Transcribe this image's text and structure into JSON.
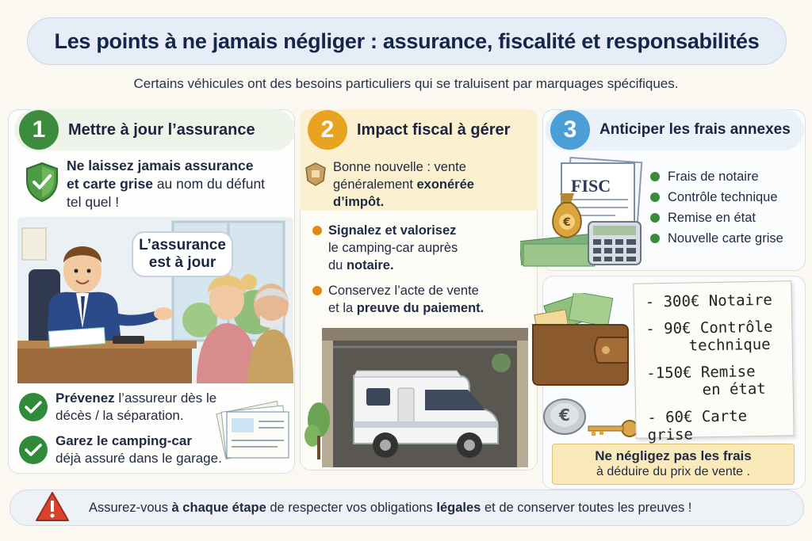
{
  "header": {
    "title": "Les points à ne jamais négliger : assurance, fiscalité et responsabilités",
    "subtitle": "Certains véhicules ont des besoins particuliers qui se traluisent par marquages spécifiques."
  },
  "col1": {
    "number": "1",
    "heading": "Mettre à jour l’assurance",
    "intro_1": "Ne laissez jamais assurance",
    "intro_2": "et carte grise",
    "intro_3": "au nom du défunt",
    "intro_4": "tel quel !",
    "bubble_1": "L’assurance",
    "bubble_2": "est à jour",
    "check1_bold": "Prévenez",
    "check1_rest": "l’assureur dès le",
    "check1_line2": "décès / la séparation.",
    "check2_bold": "Garez le camping-car",
    "check2_line2": "déjà assuré dans le garage."
  },
  "col2": {
    "number": "2",
    "heading": "Impact fiscal à gérer",
    "good_1": "Bonne nouvelle : vente",
    "good_2": "généralement",
    "good_2b": "exonérée",
    "good_3": "d’impôt.",
    "b1_bold": "Signalez et valorisez",
    "b1_line2": "le camping-car auprès",
    "b1_line3a": "du",
    "b1_line3b": "notaire.",
    "b2_line1": "Conservez l’acte de vente",
    "b2_line2a": "et la",
    "b2_line2b": "preuve du paiement."
  },
  "col3": {
    "number": "3",
    "heading": "Anticiper les frais annexes",
    "fisc_label": "FISC",
    "fees": [
      "Frais de notaire",
      "Contrôle technique",
      "Remise en état",
      "Nouvelle carte grise"
    ],
    "note": [
      {
        "line1": "- 300€ Notaire",
        "line2": ""
      },
      {
        "line1": "- 90€ Contrôle",
        "line2": "technique"
      },
      {
        "line1": "-150€ Remise",
        "line2": "en état"
      },
      {
        "line1": "- 60€ Carte grise",
        "line2": ""
      }
    ],
    "warn_1": "Ne négligez pas les frais",
    "warn_2": "à déduire du prix de vente ."
  },
  "footer": {
    "part1": "Assurez-vous",
    "part2": "à chaque étape",
    "part3": "de respecter vos obligations",
    "part4": "légales",
    "part5": "et de conserver toutes les preuves !"
  },
  "colors": {
    "green": "#3d8c3e",
    "orange": "#e8a321",
    "blue": "#4b9fd6",
    "navy": "#1e2a44",
    "warn_red": "#d8432e"
  },
  "icons": [
    "shield-check-icon",
    "checkmark-icon",
    "warning-icon",
    "money-bag-icon",
    "calculator-icon",
    "wallet-icon",
    "coin-icon",
    "key-icon"
  ]
}
